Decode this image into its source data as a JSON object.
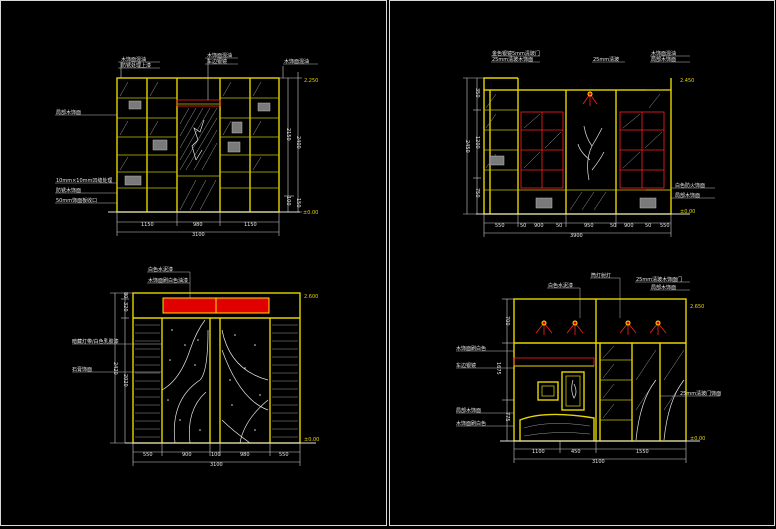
{
  "drawings": [
    {
      "id": "elevation-a",
      "dims_bottom": [
        "1150",
        "980",
        "1150"
      ],
      "dims_total": "3100",
      "dims_side": [
        "2150",
        "2400"
      ],
      "level_top": "2.250",
      "level_bottom": "±0.00",
      "level_marks": [
        "100",
        "150"
      ],
      "leaders_top": [
        "木饰面混油",
        "防锈处理上漆",
        "木饰面混油",
        "车边银镜",
        "木饰面混油"
      ],
      "leaders_left": [
        "局部木饰面",
        "10mm×10mm凹缝处理",
        "防锈木饰面",
        "50mm饰面板收口"
      ]
    },
    {
      "id": "elevation-b",
      "dims_bottom": [
        "550",
        "50",
        "900",
        "50",
        "950",
        "50",
        "900",
        "50",
        "550"
      ],
      "dims_total": "3900",
      "dims_side": [
        "350",
        "1200",
        "750"
      ],
      "dims_side_total": "2450",
      "level_top": "2.450",
      "level_bottom": "±0.00",
      "leaders_top": [
        "金色银镜5mm清玻门",
        "25mm清玻木饰面",
        "25mm清玻",
        "木饰面混油",
        "局部木饰面"
      ],
      "leaders_right": [
        "白色防火饰面",
        "局部木饰面"
      ]
    },
    {
      "id": "elevation-c",
      "dims_bottom": [
        "550",
        "900",
        "100",
        "980",
        "550"
      ],
      "dims_total": "3100",
      "dims_side": [
        "80",
        "320",
        "2020"
      ],
      "dims_side_total": "2420",
      "level_top": "2.600",
      "level_bottom": "±0.00",
      "leaders_top": [
        "白色水泥漆",
        "木饰面刷白色油漆"
      ],
      "leaders_left": [
        "暗藏灯带/白色乳胶漆",
        "石膏饰面"
      ]
    },
    {
      "id": "elevation-d",
      "dims_bottom": [
        "1100",
        "450",
        "1550"
      ],
      "dims_total": "3100",
      "dims_side": [
        "700",
        "1675",
        "775"
      ],
      "level_top": "2.650",
      "level_bottom": "±0.00",
      "leaders_top": [
        "白色水泥漆",
        "筒灯射灯",
        "25mm清玻木饰面门",
        "局部木饰面"
      ],
      "leaders_left": [
        "木饰面刷白色",
        "车边银镜",
        "局部木饰面",
        "木饰面刷白色"
      ],
      "leaders_right": [
        "25mm清玻门饰面"
      ]
    }
  ]
}
